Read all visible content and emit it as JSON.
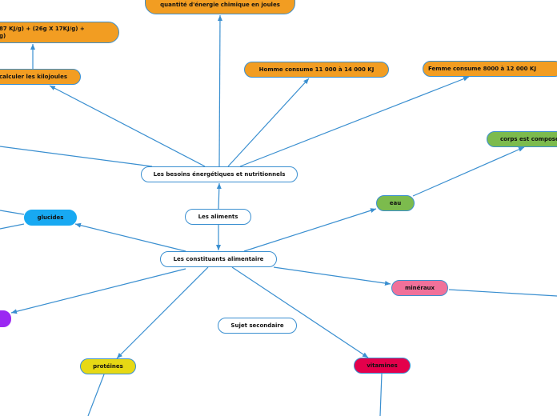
{
  "nodes": {
    "top": "quantité d'énergie chimique en joules",
    "calc_formula": "87 KJ/g) + (26g X 17KJ/g) +\ng)",
    "calc": "calculer les kilojoules",
    "homme": "Homme consume 11 000 à 14 000 KJ",
    "femme": "Femme consume 8000 à 12 000 KJ",
    "corps": "corps est composé",
    "besoins": "Les besoins énergétiques et nutritionnels",
    "aliments": "Les aliments",
    "glucides": "glucides",
    "eau": "eau",
    "constituants": "Les constituants alimentaire",
    "mineraux": "minéraux",
    "sujet": "Sujet secondaire",
    "proteines": "protéines",
    "vitamines": "vitamines"
  },
  "colors": {
    "line": "#3a8fd0",
    "orange": "#f29d22",
    "green": "#7cbb4d",
    "blue": "#18a9f2",
    "pink": "#f0719a",
    "purple": "#9b28f2",
    "yellow": "#e7d914",
    "red": "#e4004b"
  }
}
